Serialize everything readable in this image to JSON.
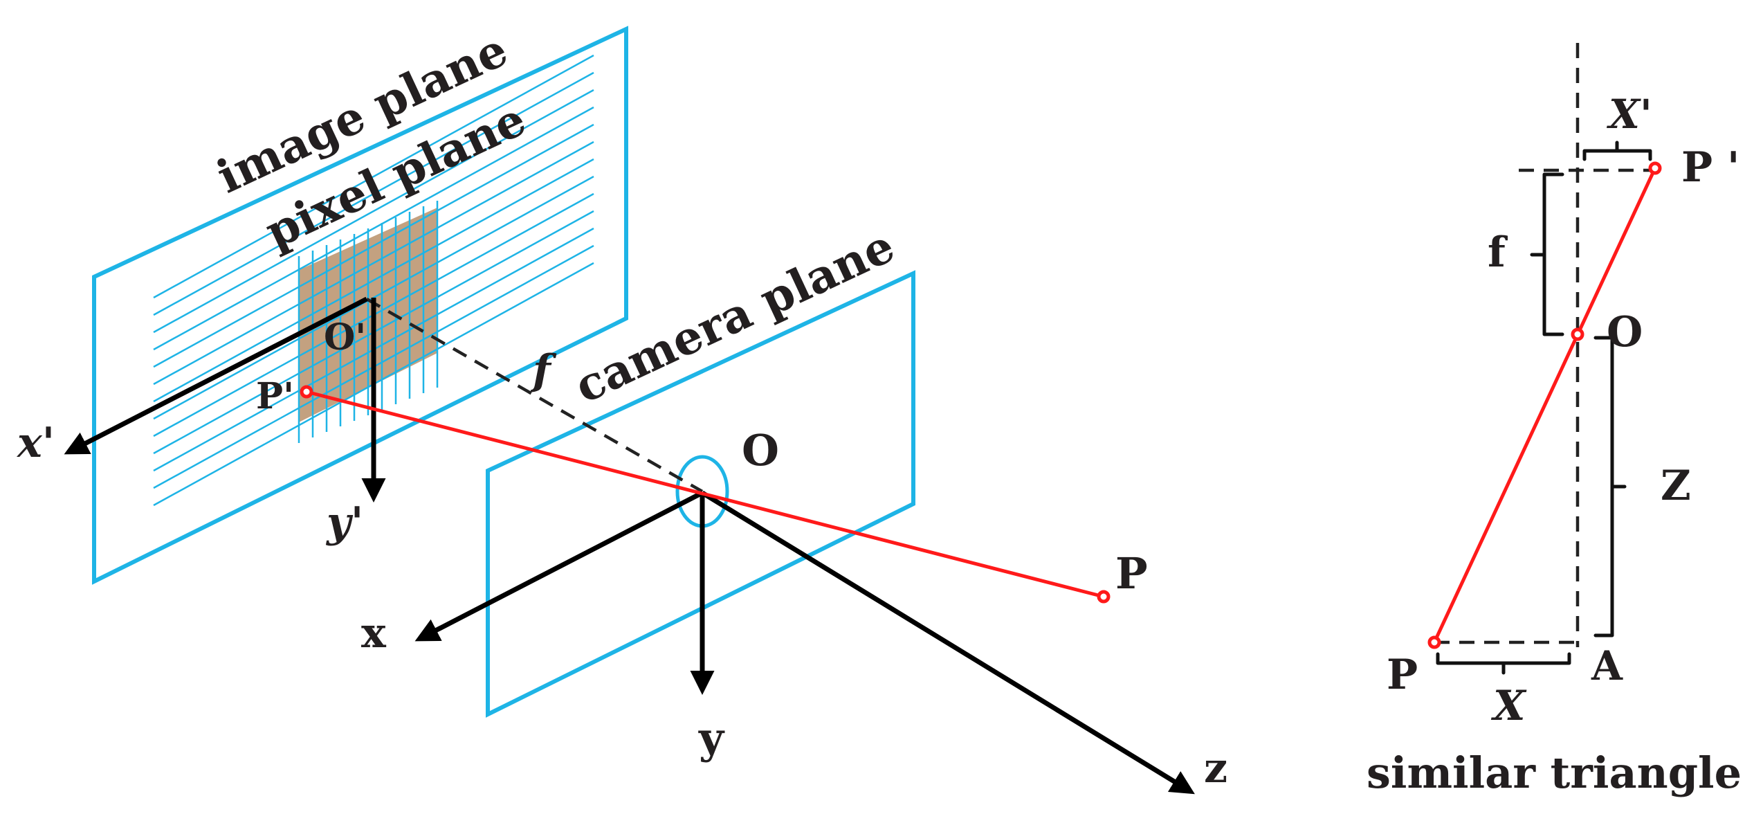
{
  "colors": {
    "plane_stroke": "#1eb4e6",
    "pixel_fill": "#b8916a",
    "ray": "#ff1a1a",
    "axis": "#000000",
    "text": "#231f20"
  },
  "left": {
    "image_plane_label": "image plane",
    "pixel_plane_label": "pixel plane",
    "camera_plane_label": "camera plane",
    "focal_label": "f",
    "origin_image": "O'",
    "point_image": "P'",
    "origin_camera": "O",
    "point_world": "P",
    "axis_x_image": "x'",
    "axis_y_image": "y'",
    "axis_x": "x",
    "axis_y": "y",
    "axis_z": "z"
  },
  "right": {
    "x_prime": "X'",
    "p_prime": "P '",
    "f": "f",
    "o": "O",
    "z": "Z",
    "p": "P",
    "a": "A",
    "x": "X",
    "caption": "similar triangle"
  }
}
